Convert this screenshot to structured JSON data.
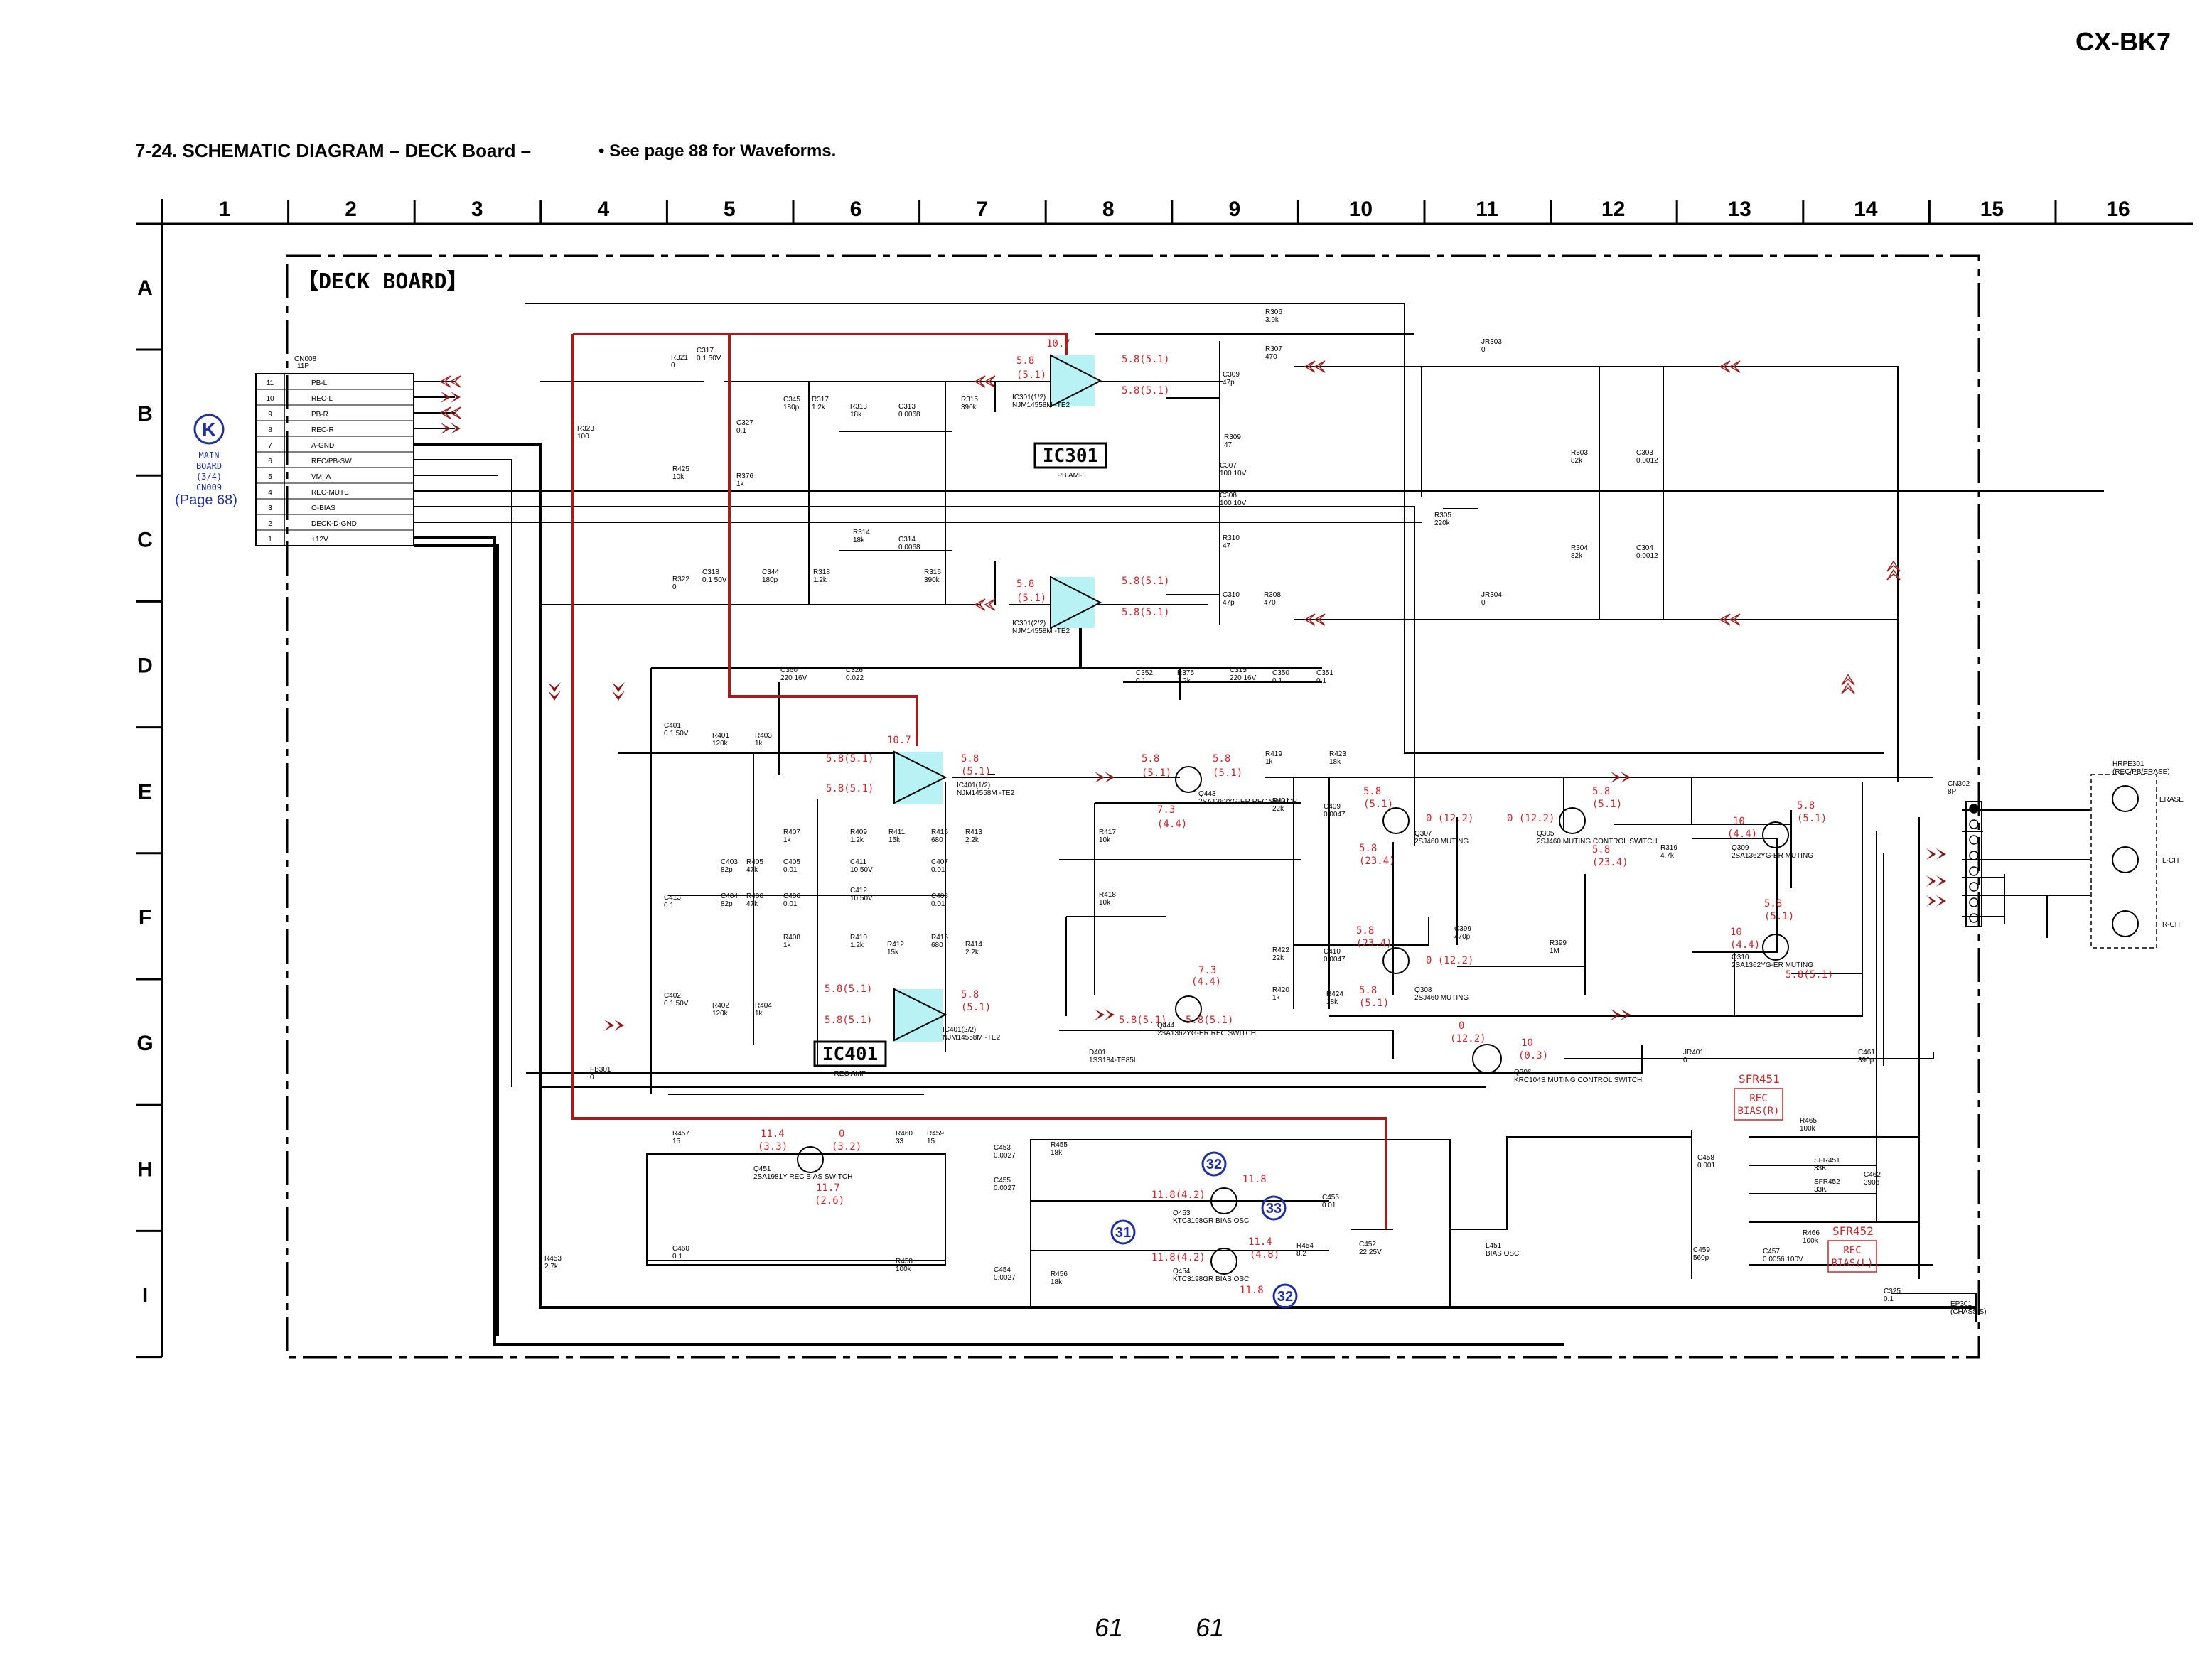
{
  "header": {
    "model": "CX-BK7",
    "title": "7-24.  SCHEMATIC  DIAGRAM  – DECK Board –",
    "note": "• See page 88 for Waveforms."
  },
  "grid": {
    "columns": [
      "1",
      "2",
      "3",
      "4",
      "5",
      "6",
      "7",
      "8",
      "9",
      "10",
      "11",
      "12",
      "13",
      "14",
      "15",
      "16"
    ],
    "rows": [
      "A",
      "B",
      "C",
      "D",
      "E",
      "F",
      "G",
      "H",
      "I"
    ]
  },
  "board_label": "【DECK BOARD】",
  "connector_ref": {
    "letter": "K",
    "lines": [
      "MAIN",
      "BOARD",
      "(3/4)",
      "CN009"
    ],
    "page": "(Page 68)"
  },
  "cn008": {
    "ref": "CN008",
    "pins_label": "11P",
    "pins": [
      {
        "num": "11",
        "name": "PB-L"
      },
      {
        "num": "10",
        "name": "REC-L"
      },
      {
        "num": "9",
        "name": "PB-R"
      },
      {
        "num": "8",
        "name": "REC-R"
      },
      {
        "num": "7",
        "name": "A-GND"
      },
      {
        "num": "6",
        "name": "REC/PB-SW"
      },
      {
        "num": "5",
        "name": "VM_A"
      },
      {
        "num": "4",
        "name": "REC-MUTE"
      },
      {
        "num": "3",
        "name": "O-BIAS"
      },
      {
        "num": "2",
        "name": "DECK-D-GND"
      },
      {
        "num": "1",
        "name": "+12V"
      }
    ]
  },
  "ic_labels": {
    "ic301": "IC301",
    "ic301_sub": "PB AMP",
    "ic401": "IC401",
    "ic401_sub": "REC AMP"
  },
  "components": [
    {
      "ref": "R321",
      "val": "0"
    },
    {
      "ref": "C317",
      "val": "0.1 50V"
    },
    {
      "ref": "C345",
      "val": "180p"
    },
    {
      "ref": "R317",
      "val": "1.2k"
    },
    {
      "ref": "R313",
      "val": "18k"
    },
    {
      "ref": "C313",
      "val": "0.0068"
    },
    {
      "ref": "R315",
      "val": "390k"
    },
    {
      "ref": "IC301(1/2)",
      "val": "NJM14558M -TE2"
    },
    {
      "ref": "R306",
      "val": "3.9k"
    },
    {
      "ref": "R307",
      "val": "470"
    },
    {
      "ref": "C309",
      "val": "47p"
    },
    {
      "ref": "R309",
      "val": "47"
    },
    {
      "ref": "C307",
      "val": "100 10V"
    },
    {
      "ref": "C308",
      "val": "100 10V"
    },
    {
      "ref": "R310",
      "val": "47"
    },
    {
      "ref": "C327",
      "val": "0.1"
    },
    {
      "ref": "R323",
      "val": "100"
    },
    {
      "ref": "R425",
      "val": "10k"
    },
    {
      "ref": "R376",
      "val": "1k"
    },
    {
      "ref": "R314",
      "val": "18k"
    },
    {
      "ref": "C314",
      "val": "0.0068"
    },
    {
      "ref": "C318",
      "val": "0.1 50V"
    },
    {
      "ref": "R322",
      "val": "0"
    },
    {
      "ref": "C344",
      "val": "180p"
    },
    {
      "ref": "R318",
      "val": "1.2k"
    },
    {
      "ref": "R316",
      "val": "390k"
    },
    {
      "ref": "IC301(2/2)",
      "val": "NJM14558M -TE2"
    },
    {
      "ref": "C310",
      "val": "47p"
    },
    {
      "ref": "R308",
      "val": "470"
    },
    {
      "ref": "JR303",
      "val": "0"
    },
    {
      "ref": "JR304",
      "val": "0"
    },
    {
      "ref": "R303",
      "val": "82k"
    },
    {
      "ref": "C303",
      "val": "0.0012"
    },
    {
      "ref": "R305",
      "val": "220k"
    },
    {
      "ref": "R304",
      "val": "82k"
    },
    {
      "ref": "C304",
      "val": "0.0012"
    },
    {
      "ref": "C360",
      "val": "220 16V"
    },
    {
      "ref": "C326",
      "val": "0.022"
    },
    {
      "ref": "C352",
      "val": "0.1"
    },
    {
      "ref": "R375",
      "val": "1.2k"
    },
    {
      "ref": "C315",
      "val": "220 16V"
    },
    {
      "ref": "C350",
      "val": "0.1"
    },
    {
      "ref": "C351",
      "val": "0.1"
    },
    {
      "ref": "C401",
      "val": "0.1 50V"
    },
    {
      "ref": "R401",
      "val": "120k"
    },
    {
      "ref": "R403",
      "val": "1k"
    },
    {
      "ref": "IC401(1/2)",
      "val": "NJM14558M -TE2"
    },
    {
      "ref": "Q443",
      "val": "2SA1362YG-ER REC SWITCH"
    },
    {
      "ref": "R419",
      "val": "1k"
    },
    {
      "ref": "R423",
      "val": "18k"
    },
    {
      "ref": "R421",
      "val": "22k"
    },
    {
      "ref": "C409",
      "val": "0.0047"
    },
    {
      "ref": "Q307",
      "val": "2SJ460 MUTING"
    },
    {
      "ref": "Q305",
      "val": "2SJ460 MUTING CONTROL SWITCH"
    },
    {
      "ref": "R319",
      "val": "4.7k"
    },
    {
      "ref": "Q309",
      "val": "2SA1362YG-ER MUTING"
    },
    {
      "ref": "CN302",
      "val": "8P"
    },
    {
      "ref": "HRPE301",
      "val": "(REC/PB/ERASE)"
    },
    {
      "ref": "R407",
      "val": "1k"
    },
    {
      "ref": "R409",
      "val": "1.2k"
    },
    {
      "ref": "R411",
      "val": "15k"
    },
    {
      "ref": "R415",
      "val": "680"
    },
    {
      "ref": "R413",
      "val": "2.2k"
    },
    {
      "ref": "R417",
      "val": "10k"
    },
    {
      "ref": "C403",
      "val": "82p"
    },
    {
      "ref": "R405",
      "val": "47k"
    },
    {
      "ref": "C405",
      "val": "0.01"
    },
    {
      "ref": "C411",
      "val": "10 50V"
    },
    {
      "ref": "C407",
      "val": "0.01"
    },
    {
      "ref": "C413",
      "val": "0.1"
    },
    {
      "ref": "C404",
      "val": "82p"
    },
    {
      "ref": "R406",
      "val": "47k"
    },
    {
      "ref": "C406",
      "val": "0.01"
    },
    {
      "ref": "C412",
      "val": "10 50V"
    },
    {
      "ref": "C408",
      "val": "0.01"
    },
    {
      "ref": "R418",
      "val": "10k"
    },
    {
      "ref": "C399",
      "val": "470p"
    },
    {
      "ref": "R399",
      "val": "1M"
    },
    {
      "ref": "R408",
      "val": "1k"
    },
    {
      "ref": "R410",
      "val": "1.2k"
    },
    {
      "ref": "R412",
      "val": "15k"
    },
    {
      "ref": "R416",
      "val": "680"
    },
    {
      "ref": "R414",
      "val": "2.2k"
    },
    {
      "ref": "R422",
      "val": "22k"
    },
    {
      "ref": "C410",
      "val": "0.0047"
    },
    {
      "ref": "Q308",
      "val": "2SJ460 MUTING"
    },
    {
      "ref": "Q310",
      "val": "2SA1362YG-ER MUTING"
    },
    {
      "ref": "C402",
      "val": "0.1 50V"
    },
    {
      "ref": "R402",
      "val": "120k"
    },
    {
      "ref": "R404",
      "val": "1k"
    },
    {
      "ref": "IC401(2/2)",
      "val": "NJM14558M -TE2"
    },
    {
      "ref": "Q444",
      "val": "2SA1362YG-ER REC SWITCH"
    },
    {
      "ref": "R420",
      "val": "1k"
    },
    {
      "ref": "R424",
      "val": "18k"
    },
    {
      "ref": "D401",
      "val": "1SS184-TE85L"
    },
    {
      "ref": "Q306",
      "val": "KRC104S MUTING CONTROL SWITCH"
    },
    {
      "ref": "JR401",
      "val": "0"
    },
    {
      "ref": "C461",
      "val": "390p"
    },
    {
      "ref": "FB301",
      "val": "0"
    },
    {
      "ref": "R457",
      "val": "15"
    },
    {
      "ref": "Q451",
      "val": "2SA1981Y REC BIAS SWITCH"
    },
    {
      "ref": "R460",
      "val": "33"
    },
    {
      "ref": "R459",
      "val": "15"
    },
    {
      "ref": "C453",
      "val": "0.0027"
    },
    {
      "ref": "R455",
      "val": "18k"
    },
    {
      "ref": "C455",
      "val": "0.0027"
    },
    {
      "ref": "Q453",
      "val": "KTC3198GR BIAS OSC"
    },
    {
      "ref": "C456",
      "val": "0.01"
    },
    {
      "ref": "C458",
      "val": "0.001"
    },
    {
      "ref": "R465",
      "val": "100k"
    },
    {
      "ref": "SFR451",
      "val": "33K"
    },
    {
      "ref": "SFR452",
      "val": "33K"
    },
    {
      "ref": "C462",
      "val": "390p"
    },
    {
      "ref": "R466",
      "val": "100k"
    },
    {
      "ref": "C460",
      "val": "0.1"
    },
    {
      "ref": "R453",
      "val": "2.7k"
    },
    {
      "ref": "R458",
      "val": "100k"
    },
    {
      "ref": "C454",
      "val": "0.0027"
    },
    {
      "ref": "R456",
      "val": "18k"
    },
    {
      "ref": "Q454",
      "val": "KTC3198GR BIAS OSC"
    },
    {
      "ref": "R454",
      "val": "8.2"
    },
    {
      "ref": "C452",
      "val": "22 25V"
    },
    {
      "ref": "L451",
      "val": "BIAS OSC"
    },
    {
      "ref": "C459",
      "val": "560p"
    },
    {
      "ref": "C457",
      "val": "0.0056 100V"
    },
    {
      "ref": "C325",
      "val": "0.1"
    },
    {
      "ref": "EP301",
      "val": "(CHASSIS)"
    }
  ],
  "voltages": [
    "10.7",
    "5.8",
    "(5.1)",
    "5.8(5.1)",
    "5.8(5.1)",
    "5.8",
    "(5.1)",
    "5.8(5.1)",
    "5.8(5.1)",
    "10.7",
    "5.8(5.1)",
    "5.8",
    "(5.1)",
    "5.8(5.1)",
    "5.8",
    "(5.1)",
    "5.8",
    "(5.1)",
    "7.3",
    "(4.4)",
    "5.8",
    "(5.1)",
    "0 (12.2)",
    "5.8",
    "(23.4)",
    "0 (12.2)",
    "5.8",
    "(5.1)",
    "5.8",
    "(23.4)",
    "10",
    "(4.4)",
    "5.8",
    "(5.1)",
    "5.8",
    "(5.1)",
    "10",
    "(4.4)",
    "5.8(5.1)",
    "5.8",
    "(23.4)",
    "0 (12.2)",
    "5.8",
    "(5.1)",
    "5.8(5.1)",
    "5.8",
    "(5.1)",
    "5.8(5.1)",
    "7.3",
    "(4.4)",
    "5.8(5.1)",
    "5.8(5.1)",
    "0",
    "(12.2)",
    "10",
    "(0.3)",
    "11.4",
    "(3.3)",
    "0",
    "(3.2)",
    "11.7",
    "(2.6)",
    "11.8",
    "11.8(4.2)",
    "11.4",
    "(4.8)",
    "11.8(4.2)",
    "11.8"
  ],
  "test_points": [
    "31",
    "32",
    "32",
    "33"
  ],
  "callouts": [
    {
      "ref": "SFR451",
      "lines": [
        "REC",
        "BIAS(R)"
      ]
    },
    {
      "ref": "SFR452",
      "lines": [
        "REC",
        "BIAS(L)"
      ]
    }
  ],
  "head_labels": [
    "ERASE",
    "L-CH",
    "R-CH"
  ],
  "page_numbers": [
    "61",
    "61"
  ],
  "colors": {
    "wire": "#000000",
    "signal_path": "#a01e1e",
    "voltage_text": "#c8282d",
    "ic_fill": "#b8f2f4",
    "test_point": "#2030a0",
    "arrow_fill": "#8b1a1a"
  }
}
